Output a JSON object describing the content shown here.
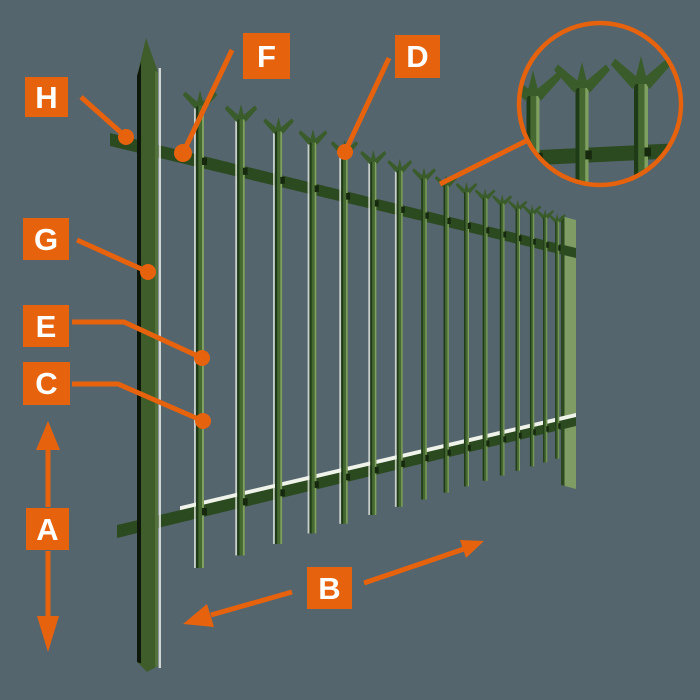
{
  "page": {
    "background": "#54656E"
  },
  "palette": {
    "accent_orange": "#E7620D",
    "label_text": "#FFFFFF",
    "fence_green": "#466932",
    "fence_mid": "#3A5C2B",
    "fence_dark": "#1F3A17",
    "fence_light": "#7FA05F",
    "rail_green": "#2C4A20",
    "bolt_green": "#16290F",
    "post_green": "#3E5D2B",
    "post_edge": "#0D180A",
    "post_light": "#52713B",
    "end_post_green": "#7E9C64",
    "end_post_edge": "#2B481F",
    "white_highlight": "#EFF3EA"
  },
  "figure": {
    "kind": "palisade-fence-diagram",
    "description": "3D perspective illustration of a green steel palisade fence with triple-pointed W-section pales, top and bottom horizontal rails, pointed corner post, far end post, and a magnified circular detail of the pale tops"
  },
  "callout_labels": {
    "a": "A",
    "b": "B",
    "c": "C",
    "d": "D",
    "e": "E",
    "f": "F",
    "g": "G",
    "h": "H"
  }
}
